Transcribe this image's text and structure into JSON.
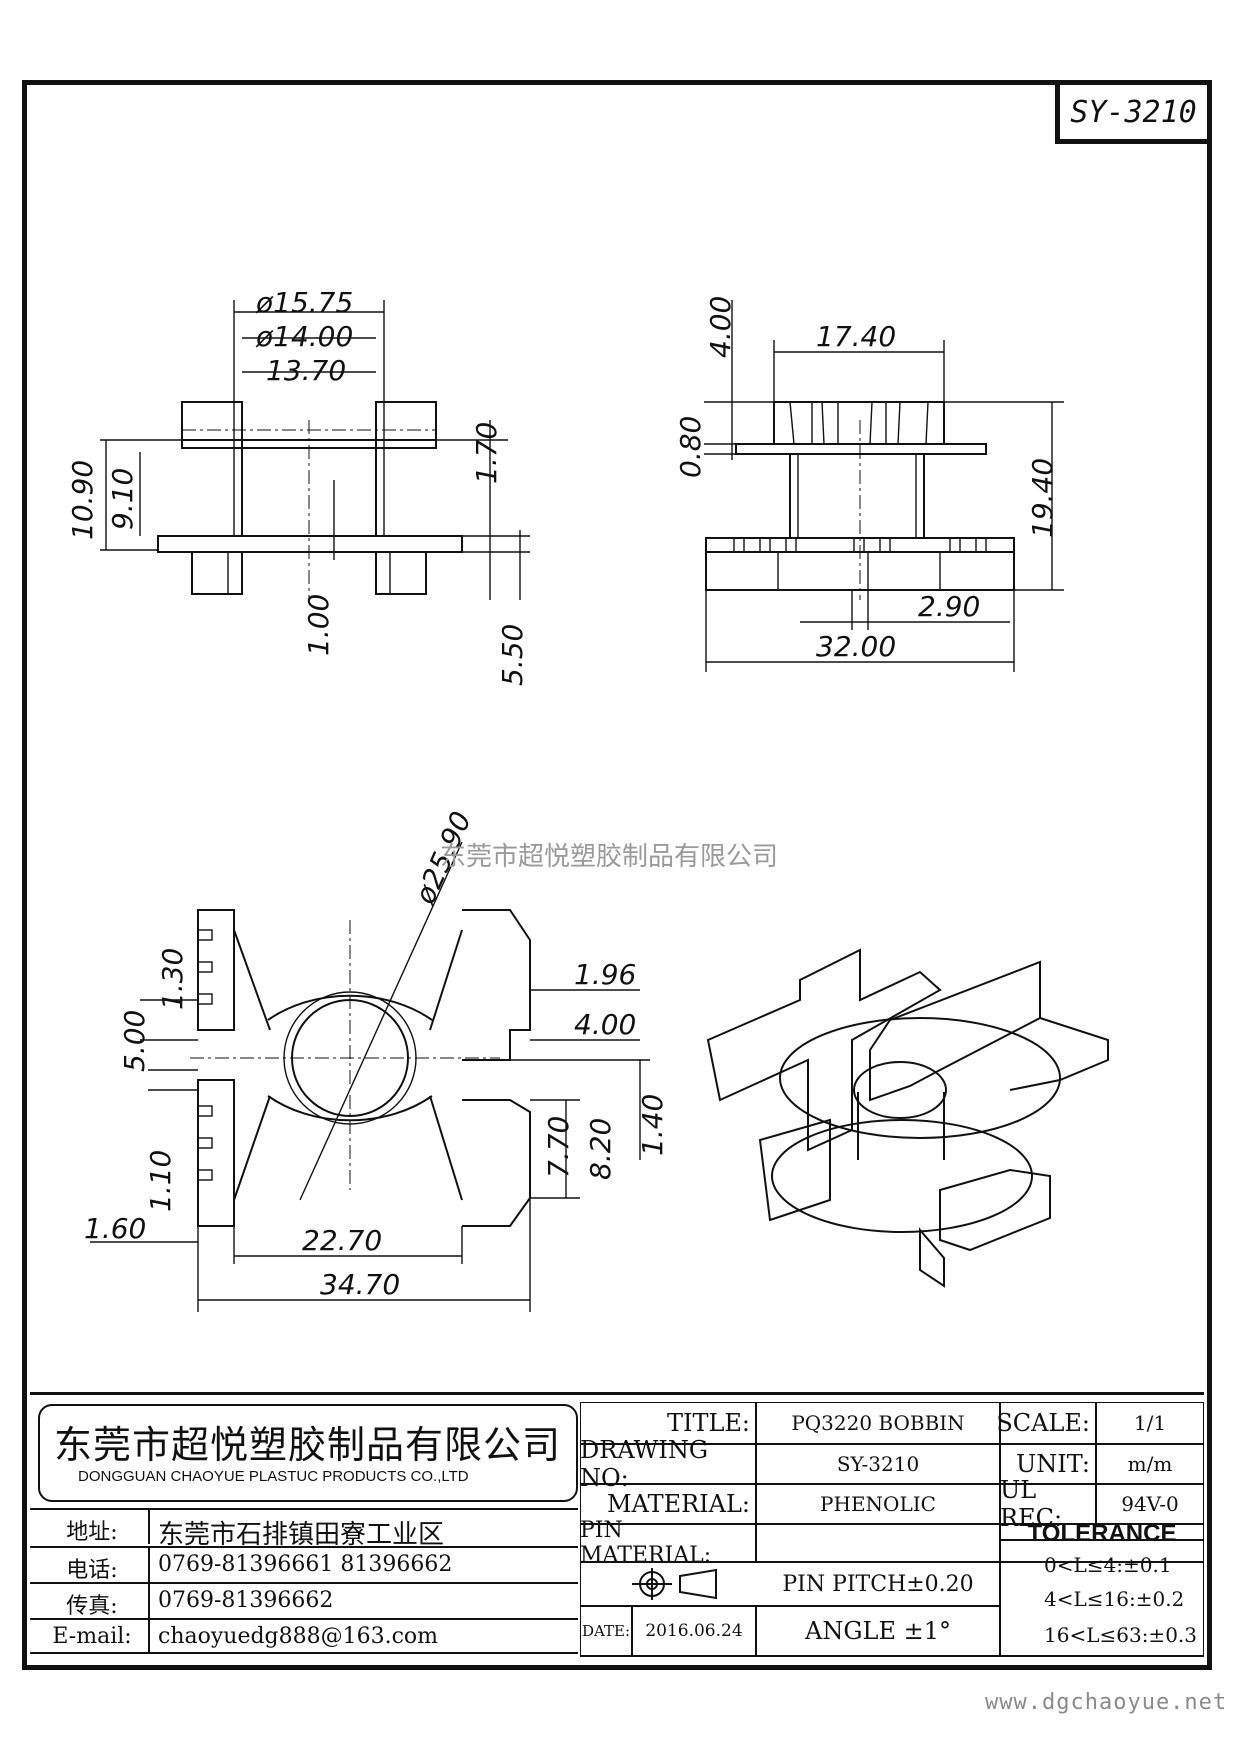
{
  "drawing_code": "SY-3210",
  "watermark": "东莞市超悦塑胶制品有限公司",
  "website": "www.dgchaoyue.net",
  "dimensions": {
    "front_od1": "ø15.75",
    "front_od2": "ø14.00",
    "front_w1": "13.70",
    "front_h1": "10.90",
    "front_h2": "9.10",
    "front_r1": "1.70",
    "front_b1": "1.00",
    "front_b2": "5.50",
    "side_top": "4.00",
    "side_w": "17.40",
    "side_f": "0.80",
    "side_h": "19.40",
    "side_pin": "2.90",
    "side_total": "32.00",
    "top_dia": "ø25.90",
    "top_a": "1.30",
    "top_b": "5.00",
    "top_c": "1.10",
    "top_d": "1.60",
    "top_e": "1.96",
    "top_f": "4.00",
    "top_g": "7.70",
    "top_h": "8.20",
    "top_i": "1.40",
    "top_w1": "22.70",
    "top_w2": "34.70"
  },
  "title_block": {
    "company_cn": "东莞市超悦塑胶制品有限公司",
    "company_en": "DONGGUAN CHAOYUE PLASTUC PRODUCTS CO.,LTD",
    "address_label": "地址:",
    "address": "东莞市石排镇田寮工业区",
    "phone_label": "电话:",
    "phone": "0769-81396661  81396662",
    "fax_label": "传真:",
    "fax": "0769-81396662",
    "email_label": "E-mail:",
    "email": "chaoyuedg888@163.com",
    "title_label": "TITLE:",
    "title": "PQ3220 BOBBIN",
    "drawing_no_label": "DRAWING NO:",
    "drawing_no": "SY-3210",
    "material_label": "MATERIAL:",
    "material": "PHENOLIC",
    "pin_material_label": "PIN MATERIAL:",
    "pin_material": "",
    "date_label": "DATE:",
    "date": "2016.06.24",
    "scale_label": "SCALE:",
    "scale": "1/1",
    "unit_label": "UNIT:",
    "unit": "m/m",
    "ul_label": "UL REC:",
    "ul": "94V-0",
    "tolerance_label": "TOLERANCE",
    "pin_pitch": "PIN PITCH±0.20",
    "angle": "ANGLE  ±1°",
    "tol1": "0<L≤4:±0.1",
    "tol2": "4<L≤16:±0.2",
    "tol3": "16<L≤63:±0.3"
  }
}
